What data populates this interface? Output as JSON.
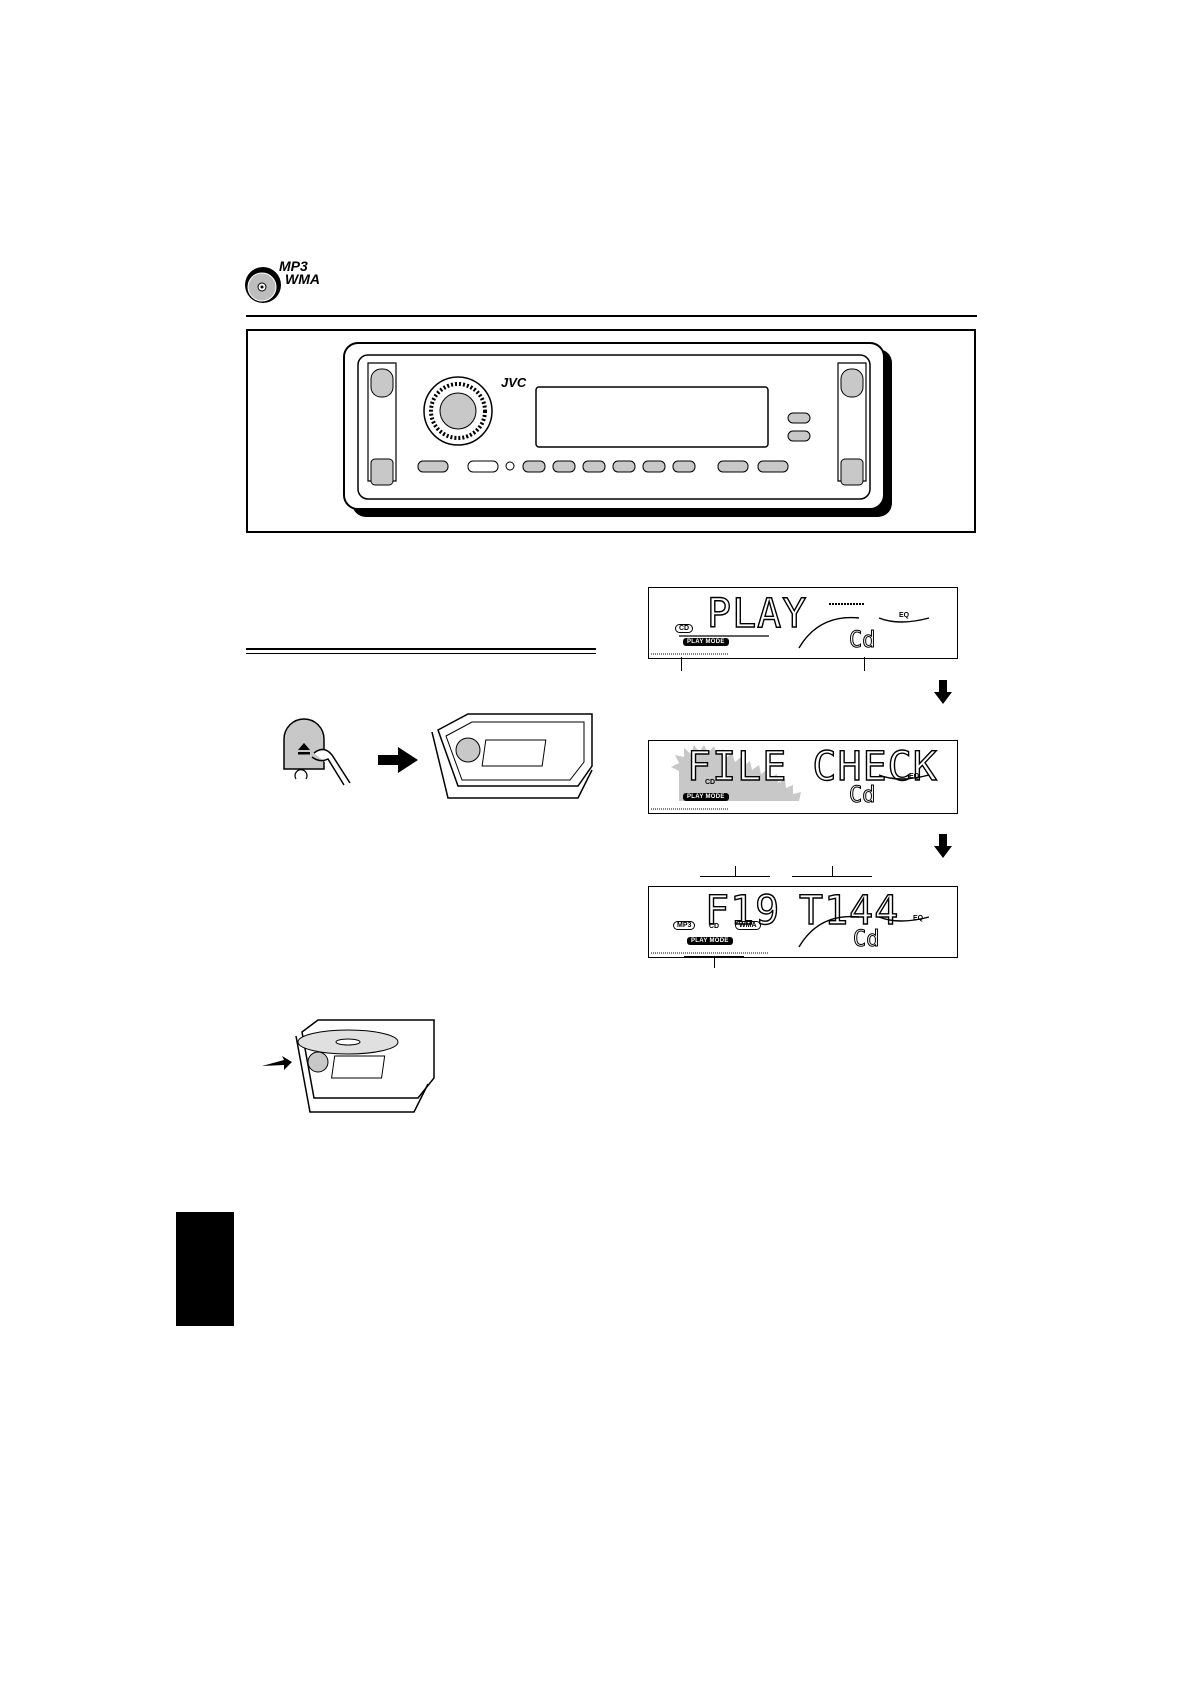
{
  "header": {
    "icon": "disc-icon",
    "format_labels": [
      "MP3",
      "WMA"
    ]
  },
  "unit": {
    "brand": "JVC"
  },
  "eject_step": {
    "icons": [
      "eject-button-icon",
      "finger-icon",
      "arrow-right-icon",
      "open-panel-icon"
    ]
  },
  "insert_step": {
    "icons": [
      "arrow-right-icon",
      "disc-insert-icon"
    ]
  },
  "displays": [
    {
      "main_text": "PLAY",
      "indicators": [
        "CD"
      ],
      "play_mode": "PLAY MODE",
      "eq": "EQ",
      "source_glyph": "Cd"
    },
    {
      "main_text": "FILE CHECK",
      "indicators": [
        "CD"
      ],
      "play_mode": "PLAY MODE",
      "eq": "EQ",
      "source_glyph": "Cd"
    },
    {
      "main_text_left": "F19",
      "main_text_right": "T144",
      "indicators": [
        "MP3",
        "CD",
        "WMA"
      ],
      "play_mode": "PLAY MODE",
      "eq": "EQ",
      "source_glyph": "Cd"
    }
  ],
  "colors": {
    "ink": "#000000",
    "panel_gray": "#c8c8c8",
    "paper": "#ffffff"
  }
}
